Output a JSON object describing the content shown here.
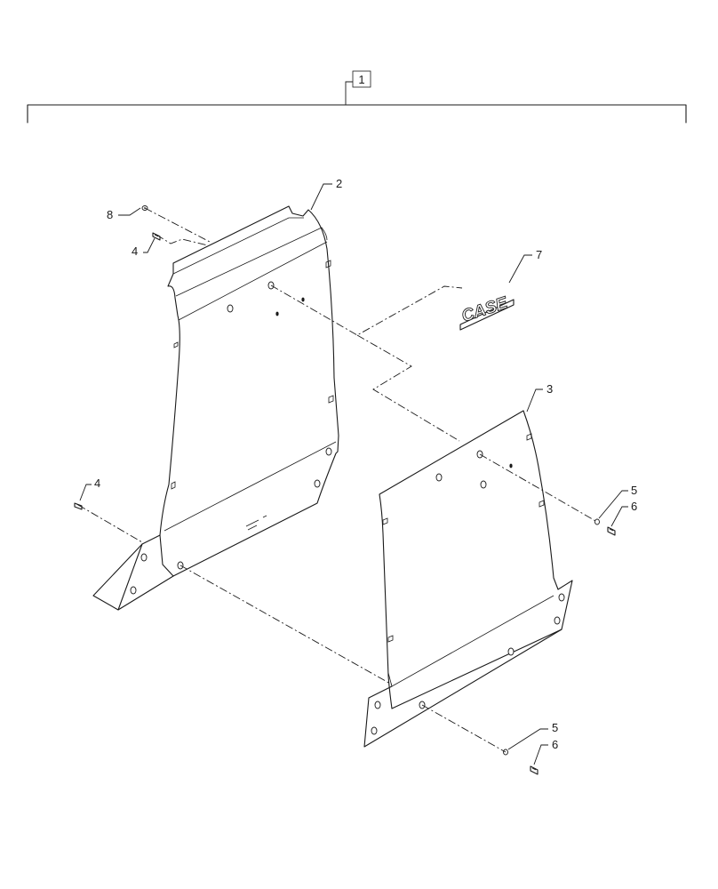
{
  "callouts": {
    "assembly": "1",
    "panel_upper": "2",
    "panel_lower": "3",
    "bolt_a": "4",
    "bolt_b": "4",
    "washer_a": "5",
    "washer_b": "5",
    "bolt_c": "6",
    "bolt_d": "6",
    "decal": "7",
    "plug": "8"
  },
  "decal_text": "CASE",
  "colors": {
    "line": "#1a1a1a",
    "background": "#ffffff"
  }
}
